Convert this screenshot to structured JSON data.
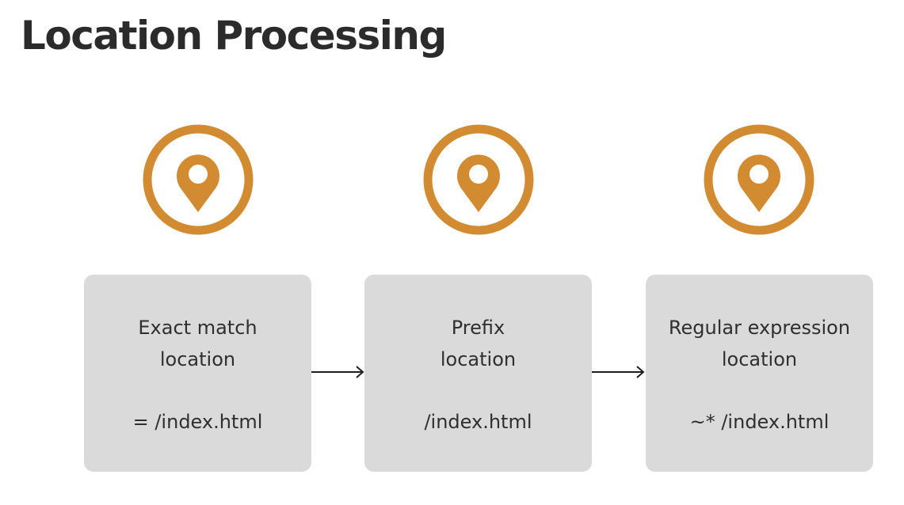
{
  "title": "Location Processing",
  "colors": {
    "accent": "#d38b32",
    "box_fill": "#dadada",
    "text": "#2f2f2f"
  },
  "steps": [
    {
      "icon": "location-pin-icon",
      "label_lines": [
        "Exact match",
        "location"
      ],
      "path": "= /index.html"
    },
    {
      "icon": "location-pin-icon",
      "label_lines": [
        "Prefix",
        "location"
      ],
      "path": "/index.html"
    },
    {
      "icon": "location-pin-icon",
      "label_lines": [
        "Regular expression",
        "location"
      ],
      "path": "~* /index.html"
    }
  ]
}
